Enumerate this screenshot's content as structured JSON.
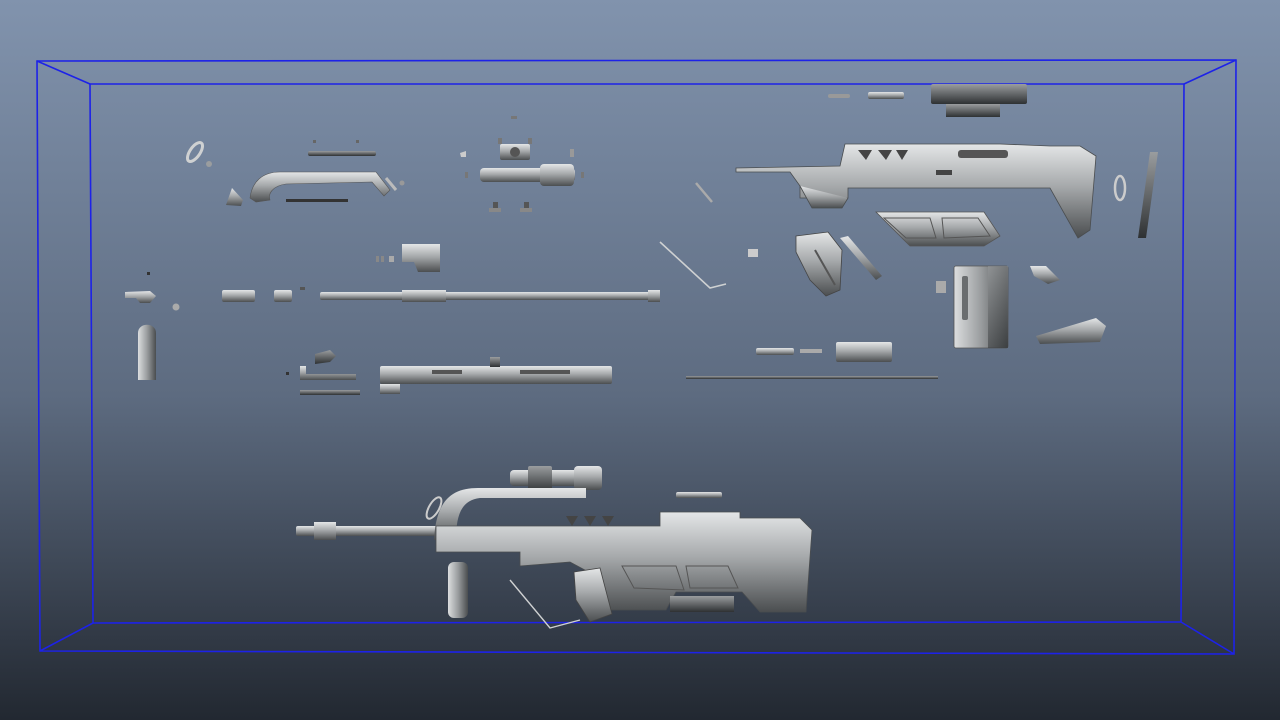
{
  "viewport": {
    "background_top": "#8193ad",
    "background_bottom": "#222831",
    "wireframe_color": "#1d22e8",
    "metal_light": "#d9dbdc",
    "metal_mid": "#8f9294",
    "metal_dark": "#3e4143"
  },
  "parts": {
    "icons": {
      "wireframe": "bounding-box-wireframe",
      "rifle": "bullpup-rifle-assembled",
      "stock": "rifle-stock-body",
      "barrel": "barrel",
      "scope": "scope",
      "magazine": "magazine",
      "grip": "pistol-grip"
    }
  }
}
